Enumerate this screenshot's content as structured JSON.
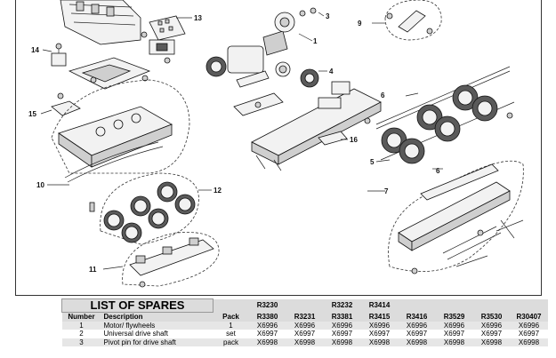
{
  "diagram": {
    "callouts": [
      "1",
      "3",
      "4",
      "5",
      "6",
      "6",
      "7",
      "9",
      "10",
      "11",
      "12",
      "13",
      "14",
      "15",
      "16"
    ]
  },
  "table": {
    "title": "LIST OF SPARES",
    "col_number": "Number",
    "col_description": "Description",
    "col_pack": "Pack",
    "models_top": [
      "R3230",
      "",
      "R3232",
      "R3414",
      "",
      "",
      "",
      ""
    ],
    "models_bottom": [
      "R3380",
      "R3231",
      "R3381",
      "R3415",
      "R3416",
      "R3529",
      "R3530",
      "R30407"
    ],
    "rows": [
      {
        "number": "1",
        "description": "Motor/ flywheels",
        "pack": "1",
        "codes": [
          "X6996",
          "X6996",
          "X6996",
          "X6996",
          "X6996",
          "X6996",
          "X6996",
          "X6996"
        ]
      },
      {
        "number": "2",
        "description": "Universal drive shaft",
        "pack": "set",
        "codes": [
          "X6997",
          "X6997",
          "X6997",
          "X6997",
          "X6997",
          "X6997",
          "X6997",
          "X6997"
        ]
      },
      {
        "number": "3",
        "description": "Pivot pin for drive shaft",
        "pack": "pack",
        "codes": [
          "X6998",
          "X6998",
          "X6998",
          "X6998",
          "X6998",
          "X6998",
          "X6998",
          "X6998"
        ]
      }
    ]
  }
}
